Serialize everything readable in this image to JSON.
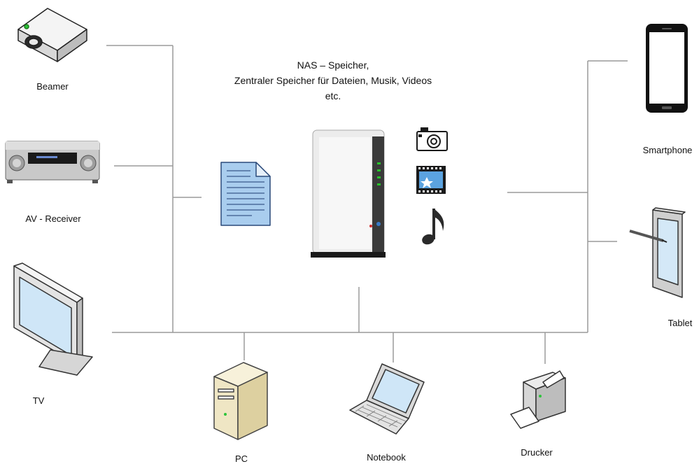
{
  "nas": {
    "title_lines": [
      "NAS – Speicher,",
      "Zentraler Speicher für Dateien, Musik, Videos",
      "etc."
    ]
  },
  "devices": {
    "beamer": "Beamer",
    "av_receiver": "AV - Receiver",
    "tv": "TV",
    "pc": "PC",
    "notebook": "Notebook",
    "drucker": "Drucker",
    "smartphone": "Smartphone",
    "tablet": "Tablet"
  },
  "icons": [
    "projector-icon",
    "av-receiver-icon",
    "tv-monitor-icon",
    "document-icon",
    "nas-device-icon",
    "camera-icon",
    "film-icon",
    "music-note-icon",
    "smartphone-icon",
    "tablet-icon",
    "pc-tower-icon",
    "notebook-icon",
    "printer-icon"
  ],
  "colors": {
    "lines": "#9a9a9a",
    "document": "#a9cdee",
    "nas_body": "#ececec",
    "nas_led": "#27c22a",
    "pc_case": "#efe6c4"
  }
}
